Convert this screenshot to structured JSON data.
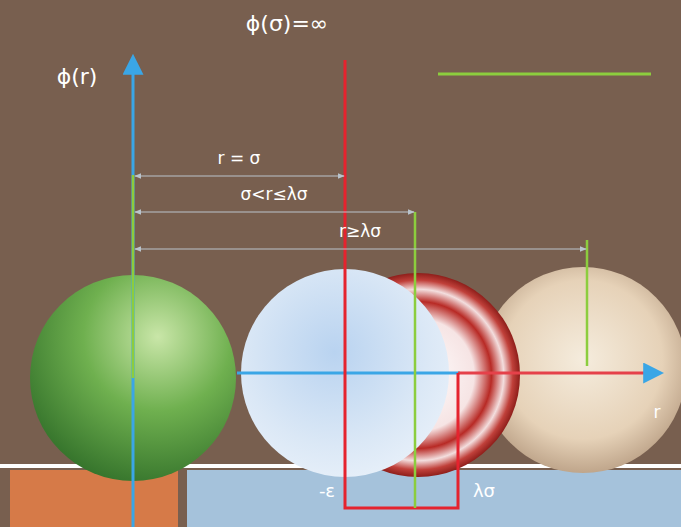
{
  "diagram": {
    "labels": [
      "ϕ(σ)=∞",
      "ϕ(r)",
      "r = σ",
      "σ<r≤λσ",
      "r≥λσ",
      "r",
      "-ε",
      "λσ"
    ]
  }
}
